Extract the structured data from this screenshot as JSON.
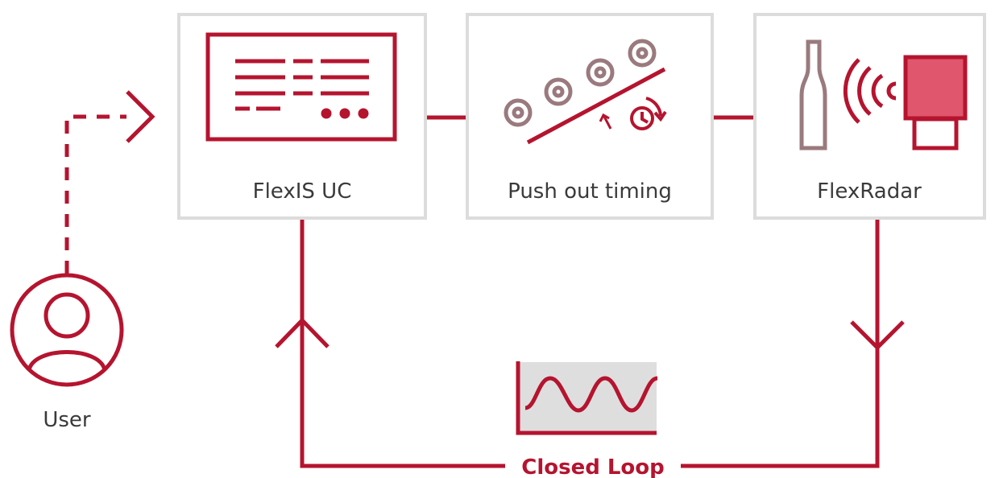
{
  "diagram": {
    "nodes": {
      "flexis": {
        "label": "FlexIS UC",
        "icon": "monitor-console-icon"
      },
      "pushout": {
        "label": "Push out timing",
        "icon": "conveyor-rollers-timer-icon"
      },
      "flexradar": {
        "label": "FlexRadar",
        "icon": "bottle-radar-sensor-icon"
      },
      "user": {
        "label": "User",
        "icon": "user-avatar-icon"
      }
    },
    "loop": {
      "label": "Closed Loop",
      "icon": "waveform-chart-icon"
    },
    "colors": {
      "accent": "#b5142f",
      "accent_light": "#e0566c",
      "muted": "#9a7a7e",
      "box_border": "#dcdcdc",
      "wave_bg": "#dedede",
      "text": "#3a3a3a"
    }
  }
}
